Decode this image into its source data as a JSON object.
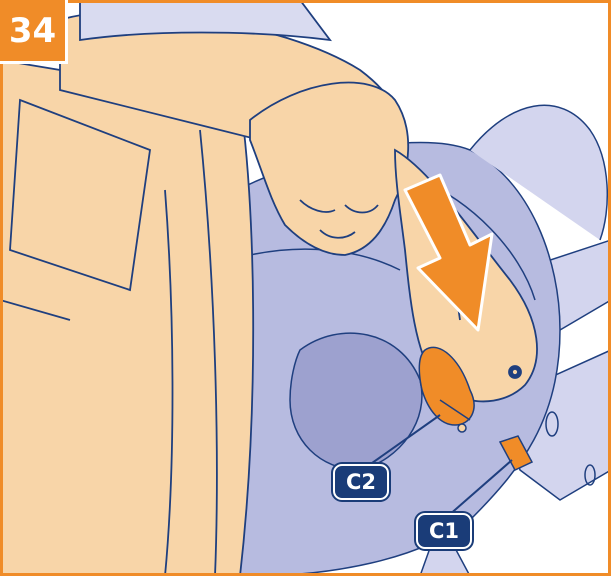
{
  "step": {
    "number": "34"
  },
  "callouts": [
    {
      "label": "C2"
    },
    {
      "label": "C1"
    }
  ],
  "colors": {
    "skin": "#f8d5a8",
    "skin_outline": "#1f3f7f",
    "seat": "#b7bbe0",
    "seat_dark": "#9da1cf",
    "frame": "#d3d5ee",
    "clip": "#f08c28",
    "arrow": "#f08c28",
    "badge": "#f08c28",
    "callout_bg": "#1a3c78",
    "border": "#f08c28"
  }
}
